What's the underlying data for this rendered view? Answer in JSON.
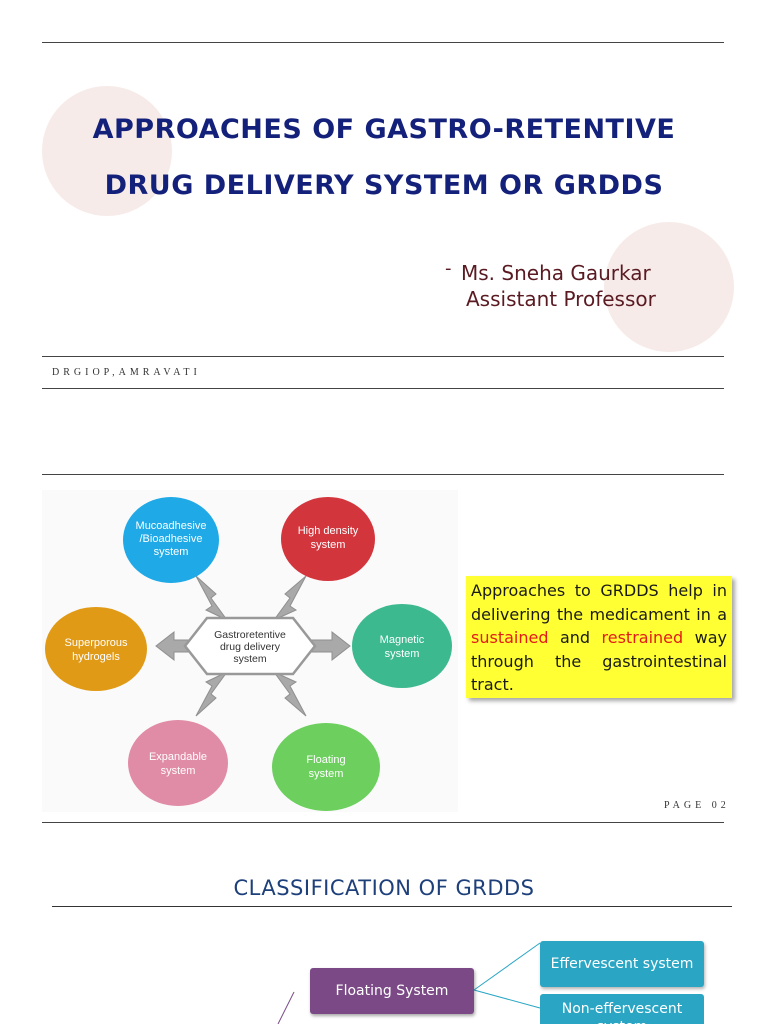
{
  "slide1": {
    "title_line1": "APPROACHES OF GASTRO-RETENTIVE",
    "title_line2": "DRUG DELIVERY SYSTEM OR GRDDS",
    "author_dash": "-",
    "author_name": "Ms. Sneha  Gaurkar",
    "author_role": "Assistant Professor",
    "footer": "DRGIOP,AMRAVATI"
  },
  "slide2": {
    "diagram": {
      "center": [
        "Gastroretentive",
        "drug delivery",
        "system"
      ],
      "nodes": [
        {
          "id": "mucoadhesive",
          "lines": [
            "Mucoadhesive",
            "/Bioadhesive",
            "system"
          ],
          "color": "#1fa9e6"
        },
        {
          "id": "high-density",
          "lines": [
            "High density",
            "system"
          ],
          "color": "#d3353d"
        },
        {
          "id": "magnetic",
          "lines": [
            "Magnetic",
            "system"
          ],
          "color": "#3cb98e"
        },
        {
          "id": "floating",
          "lines": [
            "Floating",
            "system"
          ],
          "color": "#6ccf5e"
        },
        {
          "id": "expandable",
          "lines": [
            "Expandable",
            "system"
          ],
          "color": "#e08ca6"
        },
        {
          "id": "superporous",
          "lines": [
            "Superporous",
            "hydrogels"
          ],
          "color": "#e09a16"
        }
      ]
    },
    "callout": {
      "part1": "Approaches to GRDDS help in delivering the medicament in a ",
      "highlight1": "sustained",
      "part2": " and ",
      "highlight2": "restrained",
      "part3": " way through the gastrointestinal tract."
    },
    "page_label": "PAGE 02"
  },
  "slide3": {
    "title": "CLASSIFICATION OF GRDDS",
    "floating_box": "Floating System",
    "effervescent_box": "Effervescent system",
    "non_effervescent_box": "Non-effervescent system"
  },
  "colors": {
    "title_blue": "#14217a",
    "author_maroon": "#5a1a22",
    "callout_yellow": "#ffff33",
    "highlight_red": "#e31b1b",
    "floating_purple": "#7b4a86",
    "teal_box": "#2aa6c4"
  }
}
